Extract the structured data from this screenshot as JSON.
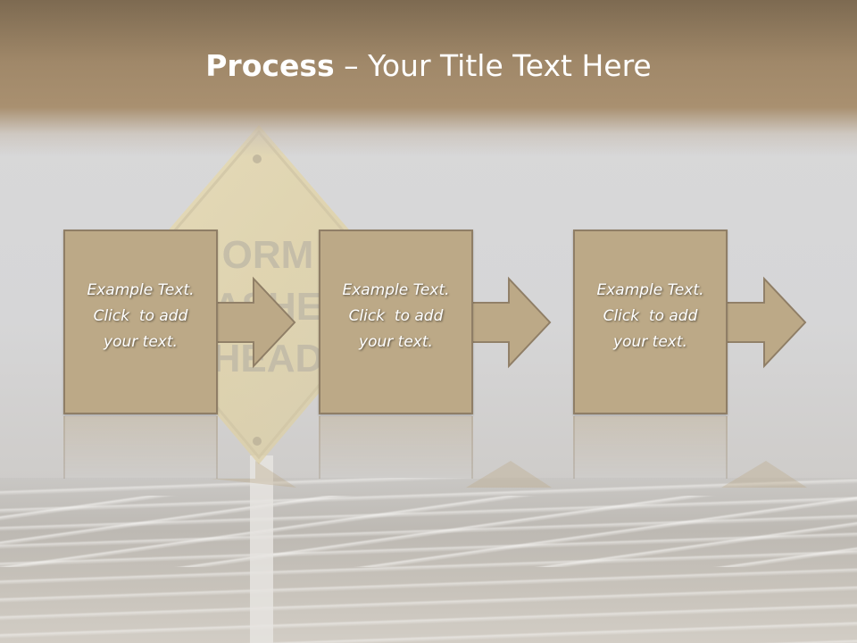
{
  "slide": {
    "title_bold": "Process",
    "title_rest": " – Your Title Text Here",
    "background_sign_text": [
      "ORM",
      "ASHE",
      "HEAD"
    ],
    "steps": [
      {
        "line1": "Example Text.",
        "line2": "Click  to add",
        "line3": "your text."
      },
      {
        "line1": "Example Text.",
        "line2": "Click  to add",
        "line3": "your text."
      },
      {
        "line1": "Example Text.",
        "line2": "Click  to add",
        "line3": "your text."
      }
    ]
  },
  "colors": {
    "header": "#a08869",
    "box_fill": "#bca987",
    "box_border": "#8f7e66",
    "text": "#ffffff"
  }
}
